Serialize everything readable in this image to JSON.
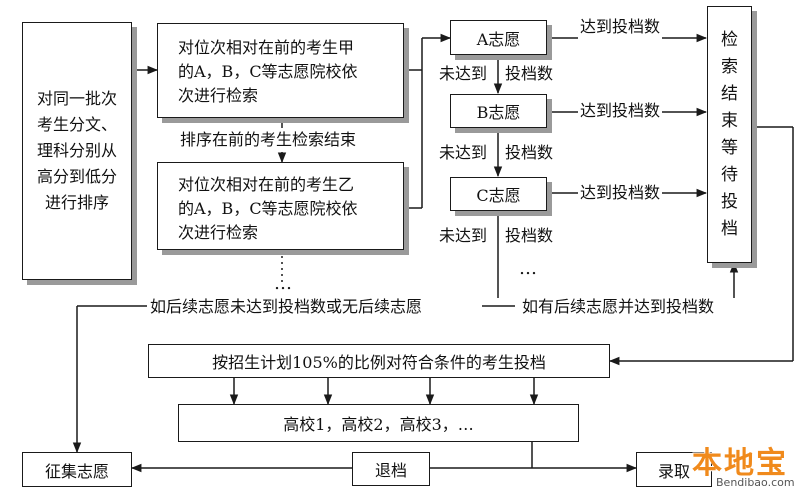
{
  "left_box": "对同一批次\n考生分文、\n理科分别从\n高分到低分\n进行排序",
  "search_a": "对位次相对在前的考生甲\n的A，B，C等志愿院校依\n次进行检索",
  "search_b": "对位次相对在前的考生乙\n的A，B，C等志愿院校依\n次进行检索",
  "mid_label": "排序在前的考生检索结束",
  "choices": [
    "A志愿",
    "B志愿",
    "C志愿"
  ],
  "reached": "达到投档数",
  "not_reached_a": "未达到",
  "not_reached_b": "投档数",
  "ellipsis": "…",
  "right_box": "检\n索\n结\n束\n等\n待\n投\n档",
  "cond_left": "如后续志愿未达到投档数或无后续志愿",
  "cond_right": "如有后续志愿并达到投档数",
  "allocation": "按招生计划105%的比例对符合条件的考生投档",
  "colleges": "高校1，高校2，高校3，…",
  "collect": "征集志愿",
  "withdraw": "退档",
  "admit": "录取",
  "watermark": {
    "cn": "本地宝",
    "en": "Bendibao.com",
    "color": "#f08a1c"
  }
}
